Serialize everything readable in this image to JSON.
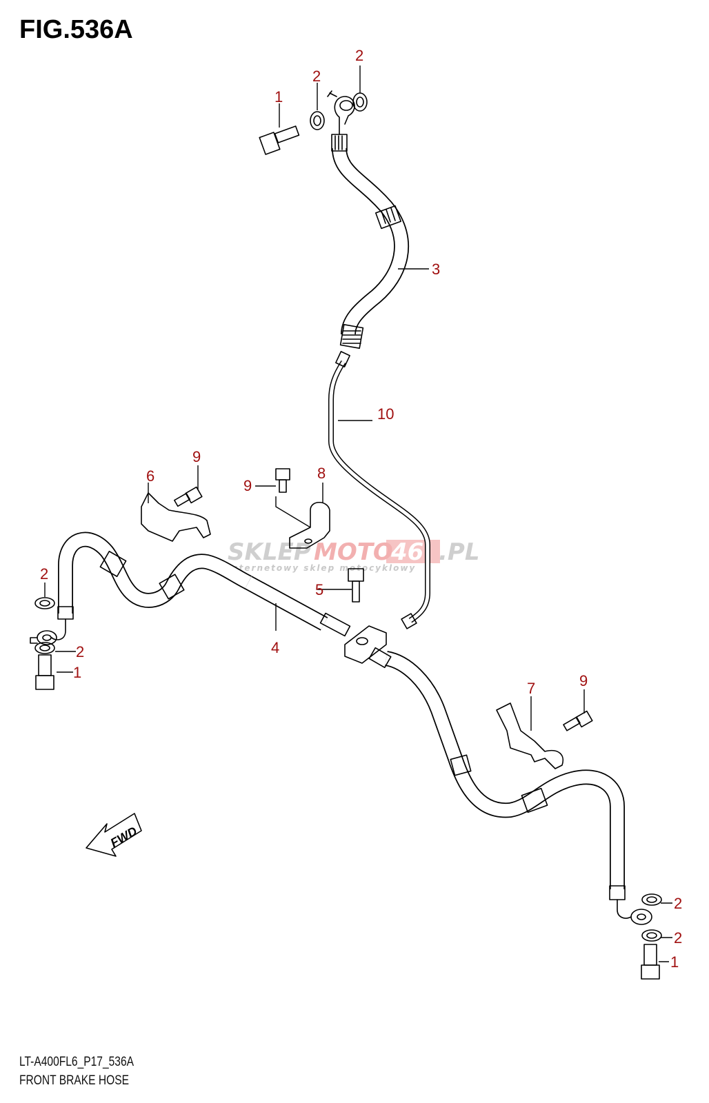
{
  "figure": {
    "title": "FIG.536A",
    "code": "LT-A400FL6_P17_536A",
    "name": "FRONT BRAKE HOSE"
  },
  "callouts": {
    "c1a": "1",
    "c2a": "2",
    "c2b": "2",
    "c3": "3",
    "c10": "10",
    "c6": "6",
    "c9a": "9",
    "c9b": "9",
    "c8": "8",
    "c5": "5",
    "c4": "4",
    "c2c": "2",
    "c2d": "2",
    "c1b": "1",
    "c7": "7",
    "c9c": "9",
    "c2e": "2",
    "c2f": "2",
    "c1c": "1"
  },
  "fwd_arrow": "FWD",
  "watermark": {
    "brand_a": "SKLEP",
    "brand_b": "MOTO",
    "brand_c": "46",
    "brand_d": ".PL",
    "tagline": "internetowy sklep motocyklowy"
  },
  "colors": {
    "callout": "#a01010",
    "line": "#000000",
    "watermark_gray": "#c8c8c8",
    "watermark_red": "#f4b4b4"
  }
}
